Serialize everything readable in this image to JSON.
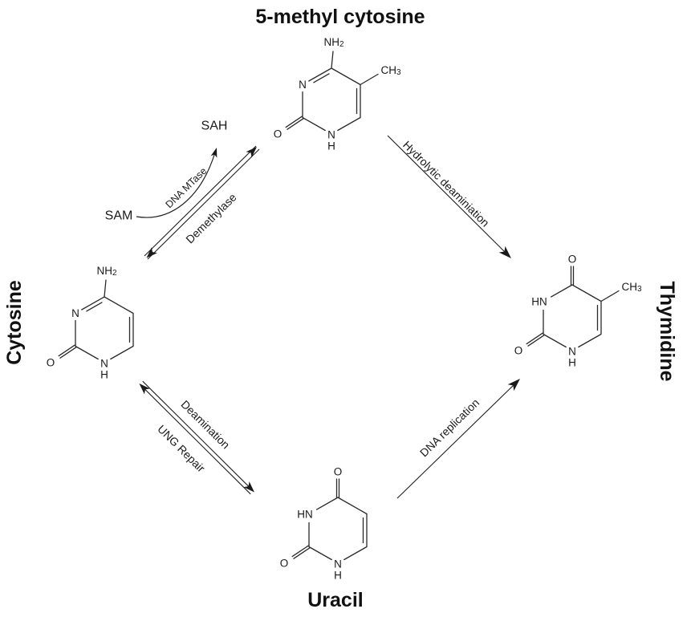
{
  "diagram": {
    "background": "#ffffff",
    "ink": "#1a1a1a",
    "molecules": {
      "five_methyl_cytosine": {
        "name": "5-methyl cytosine"
      },
      "cytosine": {
        "name": "Cytosine"
      },
      "thymidine": {
        "name": "Thymidine"
      },
      "uracil": {
        "name": "Uracil"
      }
    },
    "atoms": {
      "amine": "NH",
      "amine_sub": "2",
      "methyl": "CH",
      "methyl_sub": "3",
      "nitrogen": "N",
      "hydrogen": "H",
      "imino": "HN",
      "oxygen": "O"
    },
    "reactions": {
      "methylation_enzyme": "DNA MTase",
      "methyl_donor": "SAM",
      "methyl_product": "SAH",
      "demethylation": "Demethylase",
      "hydrolytic_deamination": "Hydrolytic deaminiation",
      "deamination": "Deamination",
      "ung_repair": "UNG Repair",
      "dna_replication": "DNA replication"
    }
  }
}
